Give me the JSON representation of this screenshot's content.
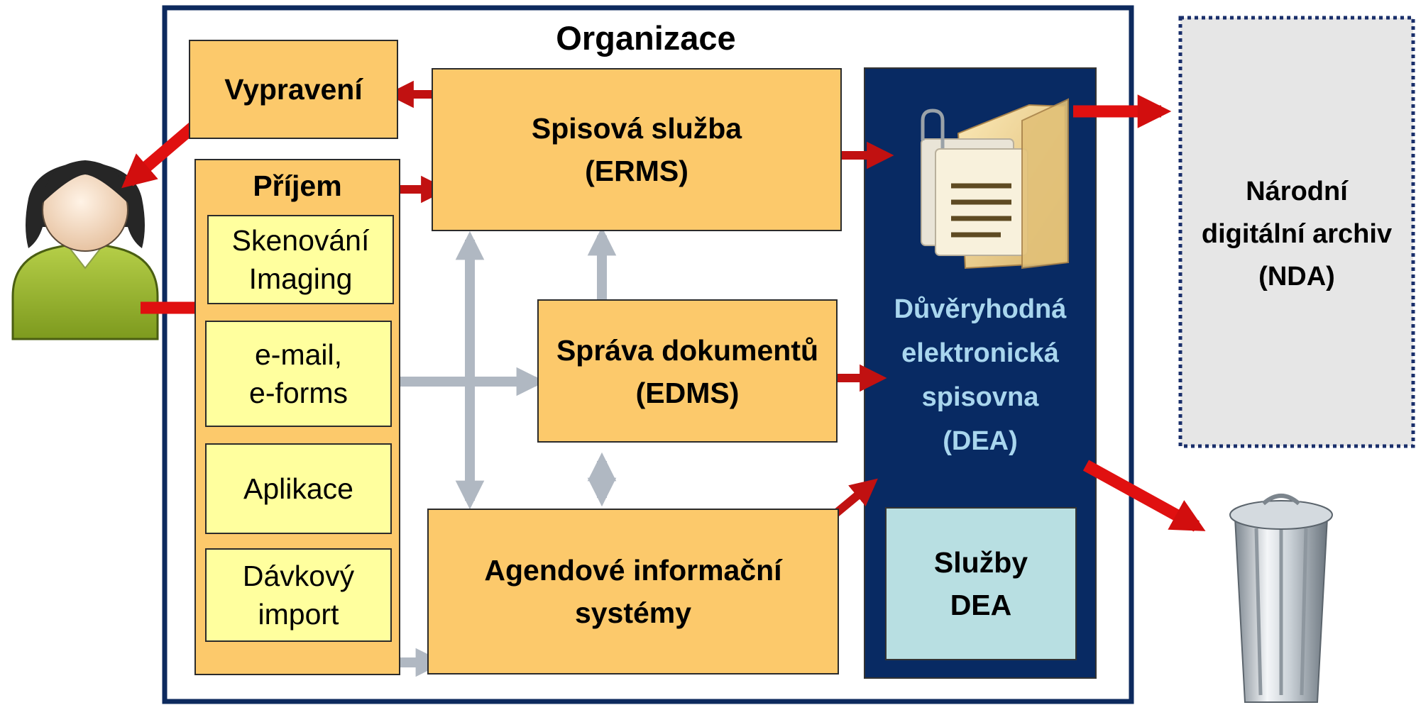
{
  "organization": {
    "title": "Organizace"
  },
  "vypraveni": {
    "label": "Vypravení"
  },
  "prijem": {
    "label": "Příjem",
    "items": [
      {
        "lines": [
          "Skenování",
          "Imaging"
        ]
      },
      {
        "lines": [
          "e-mail,",
          "e-forms"
        ]
      },
      {
        "lines": [
          "Aplikace"
        ]
      },
      {
        "lines": [
          "Dávkový",
          "import"
        ]
      }
    ]
  },
  "erms": {
    "lines": [
      "Spisová služba",
      "(ERMS)"
    ]
  },
  "edms": {
    "lines": [
      "Správa dokumentů",
      "(EDMS)"
    ]
  },
  "ais": {
    "lines": [
      "Agendové informační",
      "systémy"
    ]
  },
  "dea": {
    "lines": [
      "Důvěryhodná",
      "elektronická",
      "spisovna",
      "(DEA)"
    ],
    "services_lines": [
      "Služby",
      "DEA"
    ]
  },
  "nda": {
    "lines": [
      "Národní",
      "digitální archiv",
      "(NDA)"
    ]
  },
  "icons": [
    "user-icon",
    "folder-documents-icon",
    "trash-can-icon"
  ],
  "colors": {
    "frame": "#0d2a5e",
    "box_orange": "#fcc96b",
    "box_yellow": "#ffff9e",
    "dea_navy": "#082a63",
    "dea_text": "#a9d6ee",
    "services": "#b8dfe2",
    "nda_bg": "#e6e6e6",
    "arrow_red": "#d20e0e",
    "arrow_gray": "#b0b8c2"
  }
}
